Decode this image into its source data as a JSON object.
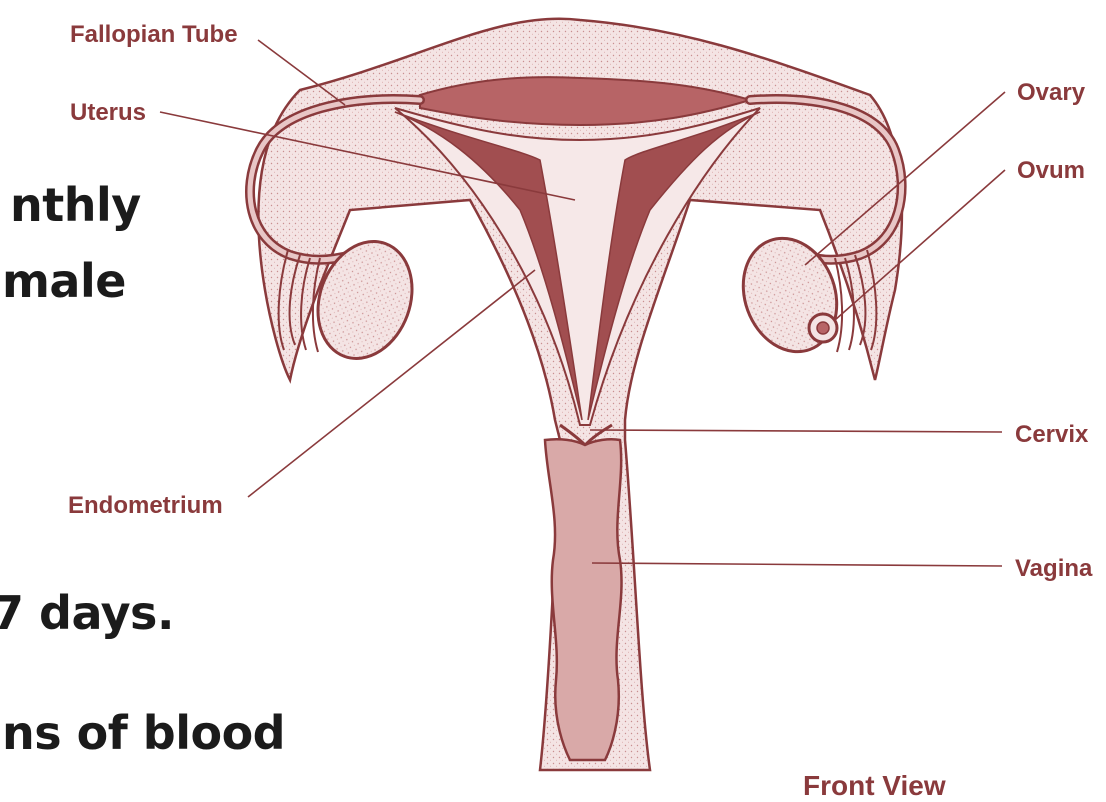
{
  "slide_text": [
    "nthly",
    "male",
    "7 days.",
    "ns of blood"
  ],
  "labels": {
    "fallopian_tube": "Fallopian Tube",
    "uterus": "Uterus",
    "endometrium": "Endometrium",
    "ovary": "Ovary",
    "ovum": "Ovum",
    "cervix": "Cervix",
    "vagina": "Vagina",
    "front_view": "Front View"
  },
  "colors": {
    "ink": "#8a3a3c",
    "tissue": "#d9a9a8",
    "tissue_dark": "#b76466",
    "label_text": "#8a3a3c",
    "body_text": "#1b1b1b"
  }
}
